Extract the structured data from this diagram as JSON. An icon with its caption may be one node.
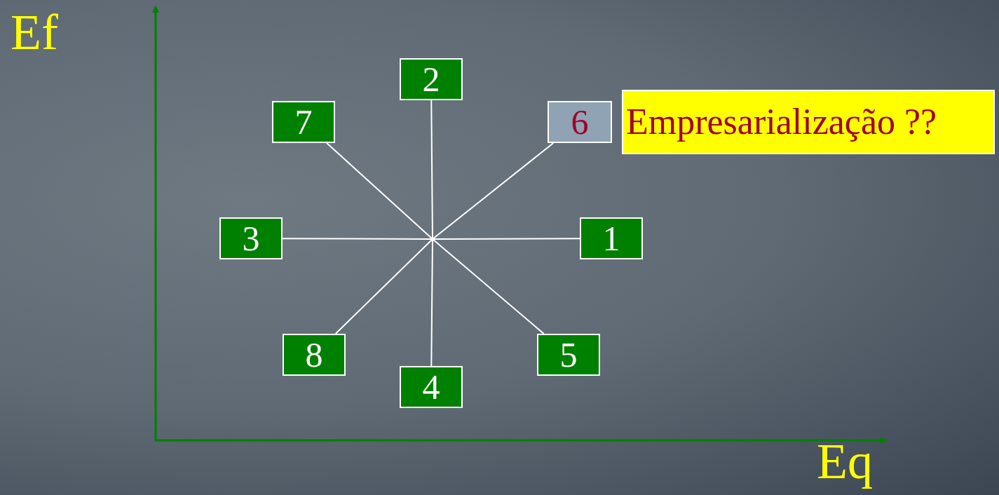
{
  "diagram": {
    "nodes": [
      {
        "text": [
          "2"
        ]
      },
      {
        "text": [
          "7"
        ]
      },
      {
        "text": [
          "6"
        ]
      },
      {
        "text": [
          "Empresarialização ??"
        ]
      },
      {
        "text": [
          "3"
        ]
      },
      {
        "text": [
          "1"
        ]
      },
      {
        "text": [
          "8"
        ]
      },
      {
        "text": [
          "5"
        ]
      },
      {
        "text": [
          "4"
        ]
      }
    ],
    "edges": [
      {
        "from": 4,
        "to": 5,
        "arrow": "none"
      },
      {
        "from": 0,
        "to": 8,
        "arrow": "none"
      },
      {
        "from": 1,
        "to": 7,
        "arrow": "none"
      },
      {
        "from": 2,
        "to": 6,
        "arrow": "none"
      }
    ],
    "labels": [
      "Ef",
      "Eq"
    ]
  }
}
